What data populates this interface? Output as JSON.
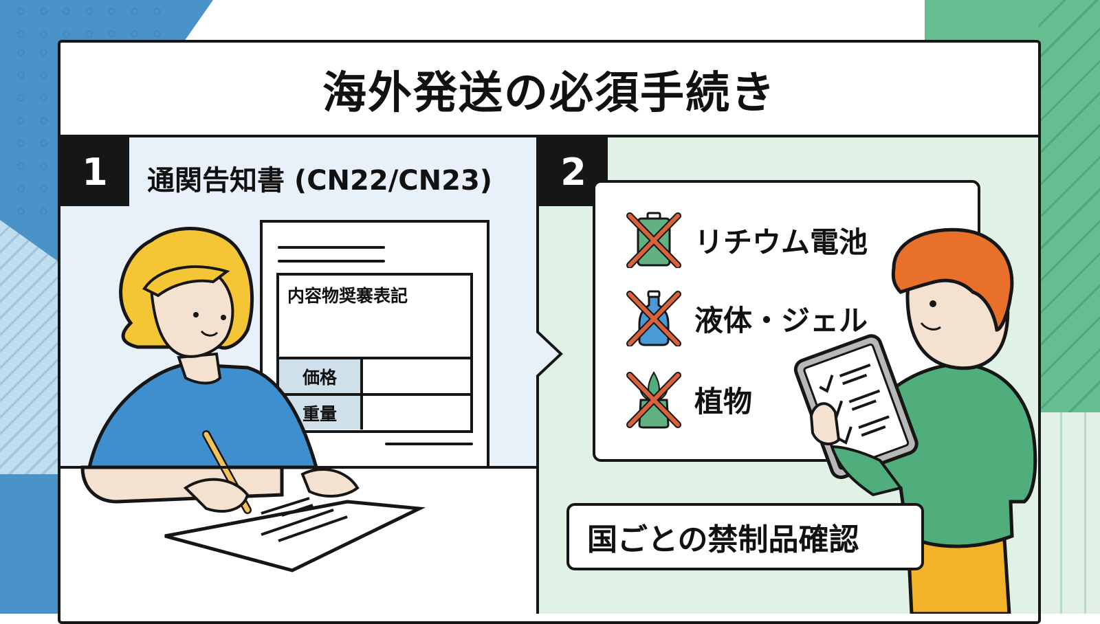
{
  "title": "海外発送の必須手続き",
  "steps": [
    {
      "number": "1",
      "title": "通関告知書 (CN22/CN23)",
      "form": {
        "header": "内容物奨褰表記",
        "rows": [
          {
            "label": "価格",
            "value": ""
          },
          {
            "label": "重量",
            "value": ""
          }
        ]
      }
    },
    {
      "number": "2",
      "prohibited_items": [
        {
          "label": "リチウム電池",
          "icon": "battery-prohibited-icon"
        },
        {
          "label": "液体・ジェル",
          "icon": "bottle-prohibited-icon"
        },
        {
          "label": "植物",
          "icon": "plant-prohibited-icon"
        }
      ],
      "caption": "国ごとの禁制品確認"
    }
  ],
  "colors": {
    "blue_accent": "#4a93c8",
    "green_accent": "#66bd90",
    "panel1_bg": "#e8f1f9",
    "panel2_bg": "#e0f1e6",
    "prohibit_cross": "#d9623a",
    "hair_yellow": "#f4c534",
    "hair_orange": "#e8702a",
    "shirt_blue": "#3f8fcf",
    "shirt_green": "#4fae7c",
    "pants_yellow": "#f2b22a"
  }
}
